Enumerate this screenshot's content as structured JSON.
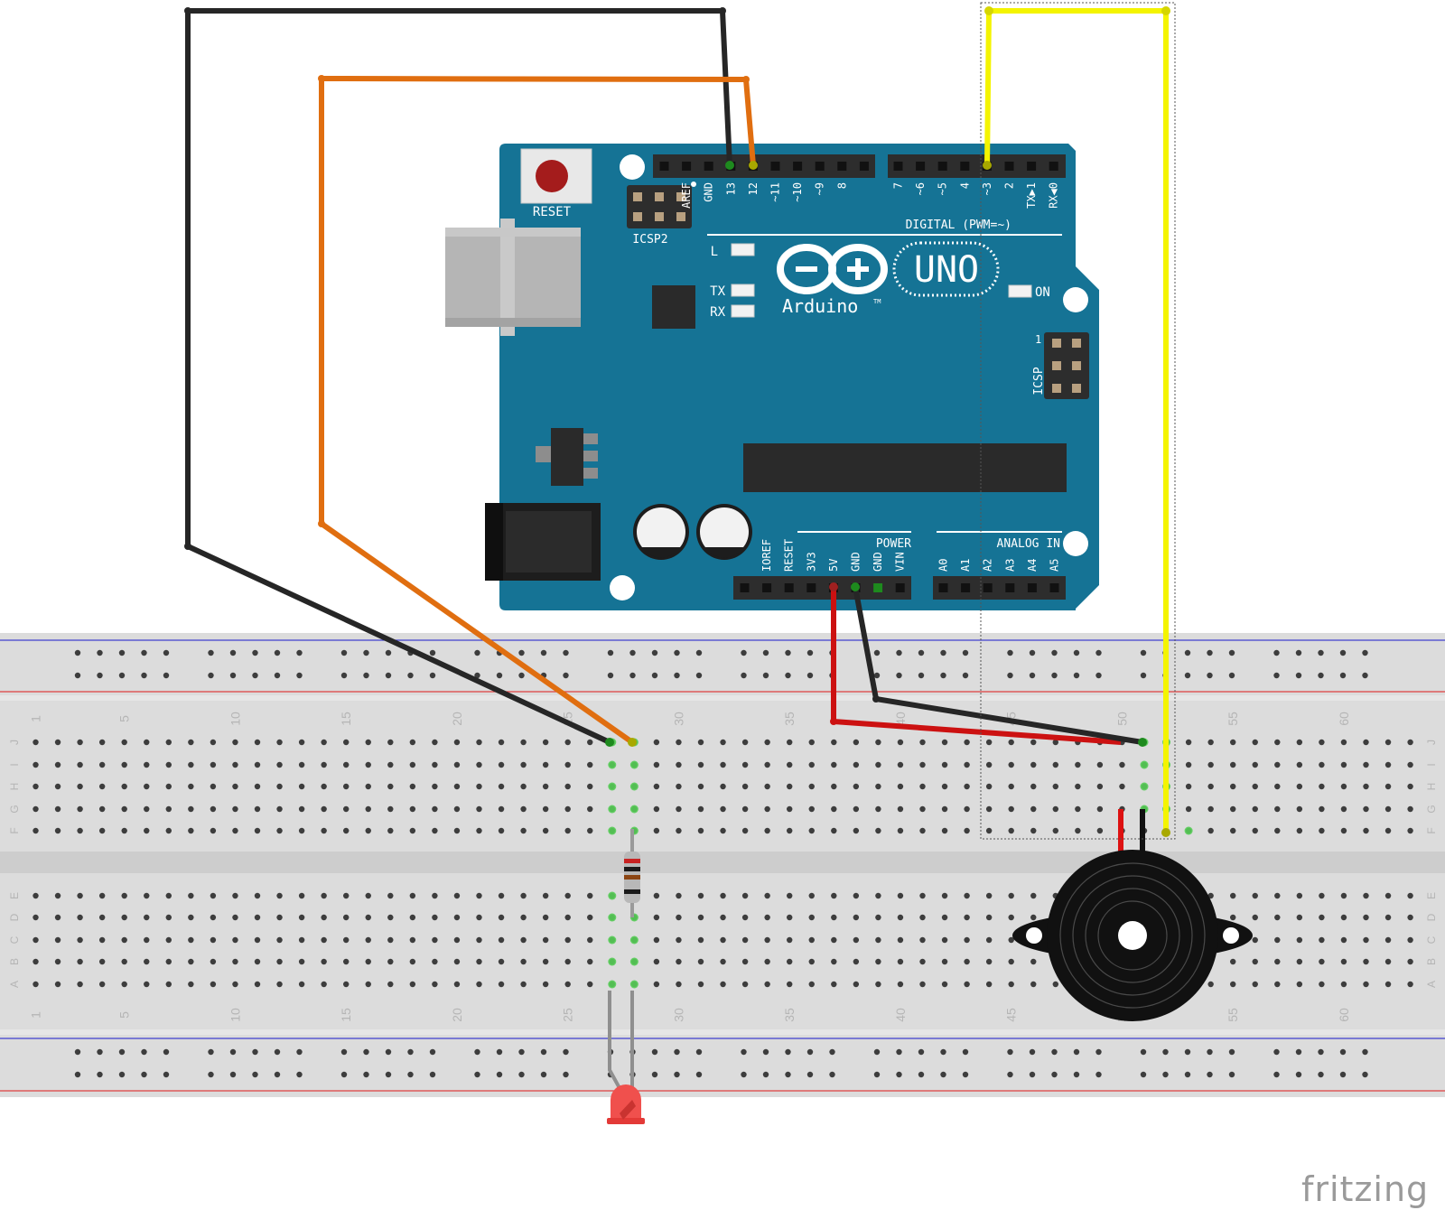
{
  "board": {
    "reset_label": "RESET",
    "icsp2_label": "ICSP2",
    "icsp_label": "ICSP",
    "icsp_pin1": "1",
    "led_l": "L",
    "led_tx": "TX",
    "led_rx": "RX",
    "led_on": "ON",
    "logo_uno": "UNO",
    "logo_name": "Arduino",
    "logo_tm": "TM",
    "digital_title": "DIGITAL (PWM=~)",
    "power_title": "POWER",
    "analog_title": "ANALOG IN",
    "top_pins_left": [
      "AREF",
      "GND",
      "13",
      "12",
      "~11",
      "~10",
      "~9",
      "8"
    ],
    "top_pins_right": [
      "7",
      "~6",
      "~5",
      "4",
      "~3",
      "2",
      "TX▶1",
      "RX◀0"
    ],
    "bottom_pins_power": [
      "IOREF",
      "RESET",
      "3V3",
      "5V",
      "GND",
      "GND",
      "VIN"
    ],
    "bottom_pins_analog": [
      "A0",
      "A1",
      "A2",
      "A3",
      "A4",
      "A5"
    ]
  },
  "breadboard": {
    "column_numbers": [
      "1",
      "5",
      "10",
      "15",
      "20",
      "25",
      "30",
      "35",
      "40",
      "45",
      "50",
      "55",
      "60"
    ],
    "rows_top": [
      "J",
      "I",
      "H",
      "G",
      "F"
    ],
    "rows_bottom": [
      "E",
      "D",
      "C",
      "B",
      "A"
    ]
  },
  "colors": {
    "board": "#157395",
    "wire_black": "#262626",
    "wire_orange": "#e06e10",
    "wire_red": "#cc1111",
    "wire_yellow": "#f4f400",
    "breadboard": "#dcdcdc",
    "rail_red": "#e04040",
    "rail_blue": "#3f3fd0",
    "led": "#f0504d"
  },
  "watermark": "fritzing"
}
